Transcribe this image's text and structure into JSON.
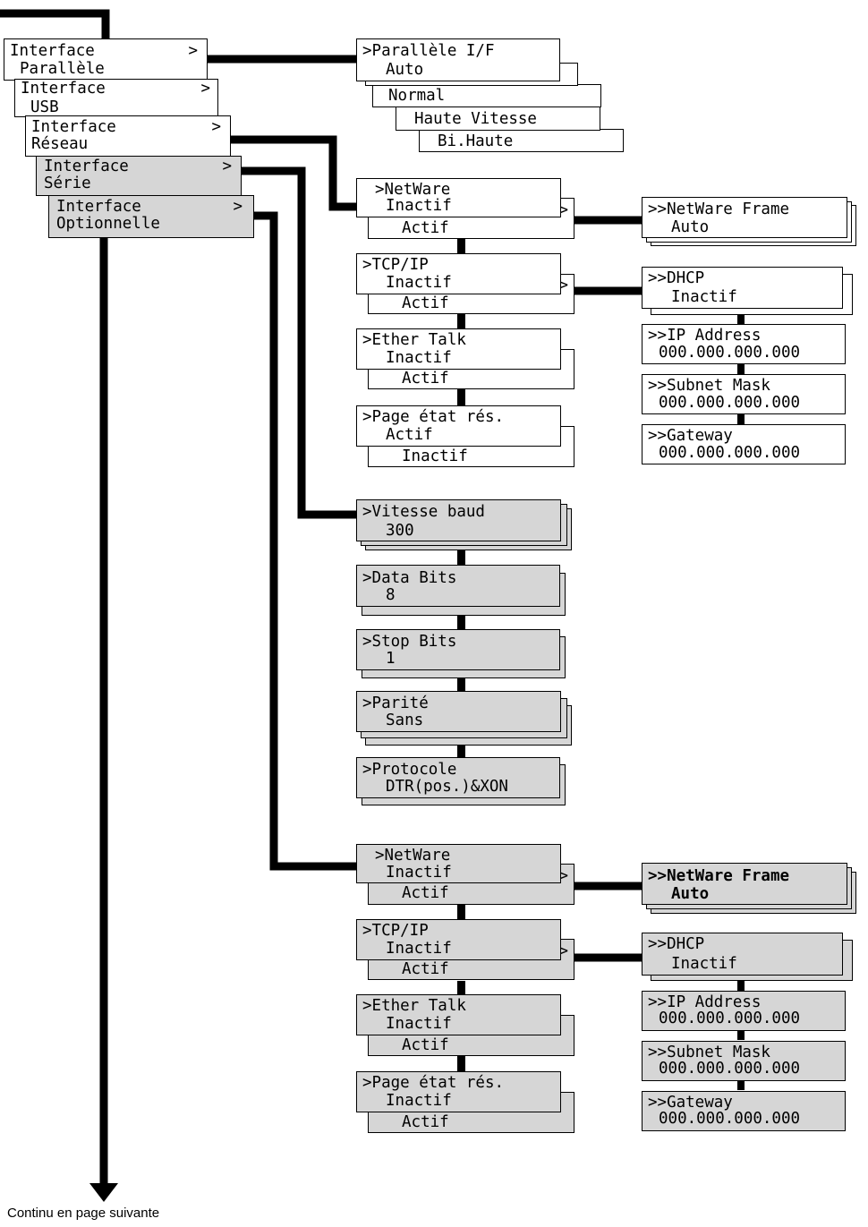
{
  "menu": {
    "parallel": {
      "line1": "Interface",
      "line2": "Parallèle",
      "arrow": ">"
    },
    "usb": {
      "line1": "Interface",
      "line2": "USB",
      "arrow": ">"
    },
    "network": {
      "line1": "Interface",
      "line2": "Réseau",
      "arrow": ">"
    },
    "serial": {
      "line1": "Interface",
      "line2": "Série",
      "arrow": ">"
    },
    "optional": {
      "line1": "Interface",
      "line2": "Optionnelle",
      "arrow": ">"
    }
  },
  "parallel_if": {
    "title": ">Parallèle I/F",
    "options": [
      "Auto",
      "Normal",
      "Haute Vitesse",
      "Bi.Haute"
    ]
  },
  "network": {
    "netware": {
      "title": ">NetWare",
      "opt1": "Inactif",
      "opt2": "Actif"
    },
    "tcpip": {
      "title": ">TCP/IP",
      "opt1": "Inactif",
      "opt2": "Actif"
    },
    "ethertalk": {
      "title": ">Ether Talk",
      "opt1": "Inactif",
      "opt2": "Actif"
    },
    "status_page": {
      "title": ">Page état rés.",
      "opt1": "Actif",
      "opt2": "Inactif"
    },
    "netware_frame": {
      "title": ">>NetWare Frame",
      "value": "Auto"
    },
    "dhcp": {
      "title": ">>DHCP",
      "value": "Inactif"
    },
    "ip_address": {
      "title": ">>IP Address",
      "value": "000.000.000.000"
    },
    "subnet_mask": {
      "title": ">>Subnet Mask",
      "value": "000.000.000.000"
    },
    "gateway": {
      "title": ">>Gateway",
      "value": "000.000.000.000"
    },
    "submenu_arrow": ">"
  },
  "serial": {
    "baud": {
      "title": ">Vitesse baud",
      "value": "300"
    },
    "data_bits": {
      "title": ">Data Bits",
      "value": "8"
    },
    "stop_bits": {
      "title": ">Stop Bits",
      "value": "1"
    },
    "parity": {
      "title": ">Parité",
      "value": "Sans"
    },
    "protocol": {
      "title": ">Protocole",
      "value": "DTR(pos.)&XON"
    }
  },
  "optional": {
    "netware": {
      "title": ">NetWare",
      "opt1": "Inactif",
      "opt2": "Actif"
    },
    "tcpip": {
      "title": ">TCP/IP",
      "opt1": "Inactif",
      "opt2": "Actif"
    },
    "ethertalk": {
      "title": ">Ether Talk",
      "opt1": "Inactif",
      "opt2": "Actif"
    },
    "status_page": {
      "title": ">Page état rés.",
      "opt1": "Inactif",
      "opt2": "Actif"
    },
    "netware_frame": {
      "title": ">>NetWare Frame",
      "value": "Auto"
    },
    "dhcp": {
      "title": ">>DHCP",
      "value": "Inactif"
    },
    "ip_address": {
      "title": ">>IP Address",
      "value": "000.000.000.000"
    },
    "subnet_mask": {
      "title": ">>Subnet Mask",
      "value": "000.000.000.000"
    },
    "gateway": {
      "title": ">>Gateway",
      "value": "000.000.000.000"
    },
    "submenu_arrow": ">"
  },
  "footer": {
    "text": "Continu en page suivante"
  },
  "colors": {
    "line": "#000000",
    "selected_fill": "#d6d6d6",
    "box_fill": "#ffffff"
  }
}
